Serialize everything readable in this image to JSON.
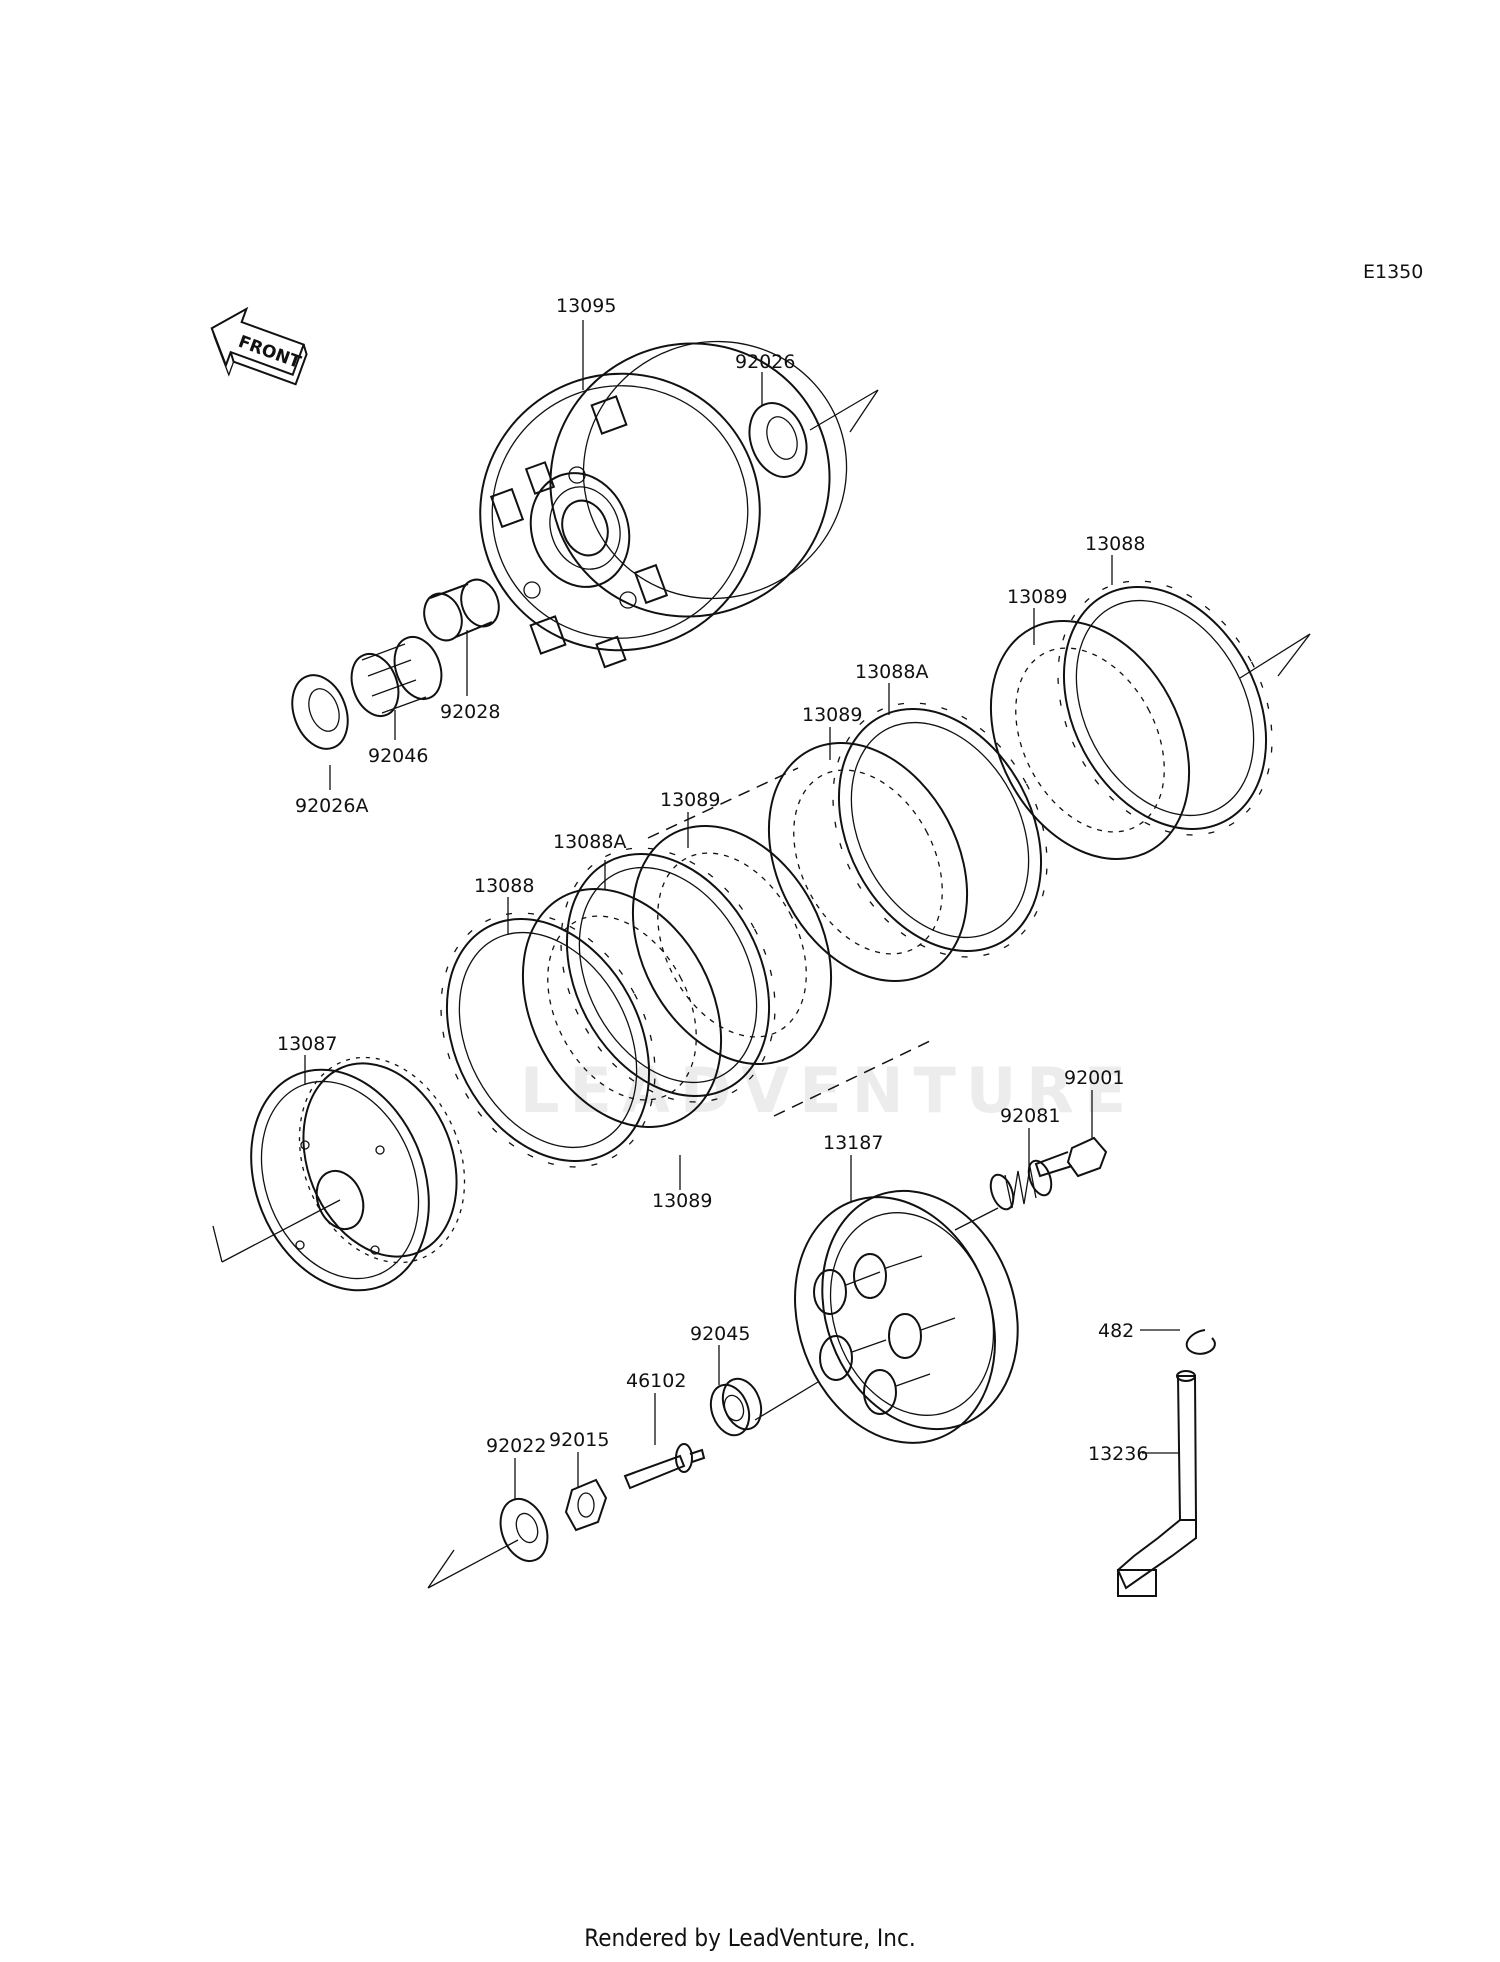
{
  "diagram_code": "E1350",
  "front_arrow_text": "FRONT",
  "watermark": "LEADVENTURE",
  "footer": "Rendered by LeadVenture, Inc.",
  "parts": [
    {
      "key": "p13095",
      "label": "13095",
      "name": "clutch-housing"
    },
    {
      "key": "p92026",
      "label": "92026",
      "name": "washer-92026"
    },
    {
      "key": "p92028",
      "label": "92028",
      "name": "sleeve-92028"
    },
    {
      "key": "p92046",
      "label": "92046",
      "name": "needle-bearing-92046"
    },
    {
      "key": "p92026A",
      "label": "92026A",
      "name": "washer-92026a"
    },
    {
      "key": "p13088_top",
      "label": "13088",
      "name": "friction-plate-13088-top"
    },
    {
      "key": "p13089_top",
      "label": "13089",
      "name": "steel-plate-13089-top"
    },
    {
      "key": "p13088A_top",
      "label": "13088A",
      "name": "friction-plate-13088a-top"
    },
    {
      "key": "p13089_mid",
      "label": "13089",
      "name": "steel-plate-13089-mid"
    },
    {
      "key": "p13089_left",
      "label": "13089",
      "name": "steel-plate-13089-left"
    },
    {
      "key": "p13088A_left",
      "label": "13088A",
      "name": "friction-plate-13088a-left"
    },
    {
      "key": "p13088_left",
      "label": "13088",
      "name": "friction-plate-13088-left"
    },
    {
      "key": "p13089_bottom",
      "label": "13089",
      "name": "steel-plate-13089-bottom"
    },
    {
      "key": "p13087",
      "label": "13087",
      "name": "clutch-hub"
    },
    {
      "key": "p92001",
      "label": "92001",
      "name": "bolt-92001"
    },
    {
      "key": "p92081",
      "label": "92081",
      "name": "spring-92081"
    },
    {
      "key": "p13187",
      "label": "13187",
      "name": "pressure-plate-13187"
    },
    {
      "key": "p92045",
      "label": "92045",
      "name": "ball-bearing-92045"
    },
    {
      "key": "p46102",
      "label": "46102",
      "name": "push-rod-46102"
    },
    {
      "key": "p92015",
      "label": "92015",
      "name": "nut-92015"
    },
    {
      "key": "p92022",
      "label": "92022",
      "name": "washer-92022"
    },
    {
      "key": "p482",
      "label": "482",
      "name": "circlip-482"
    },
    {
      "key": "p13236",
      "label": "13236",
      "name": "release-shaft-13236"
    }
  ]
}
